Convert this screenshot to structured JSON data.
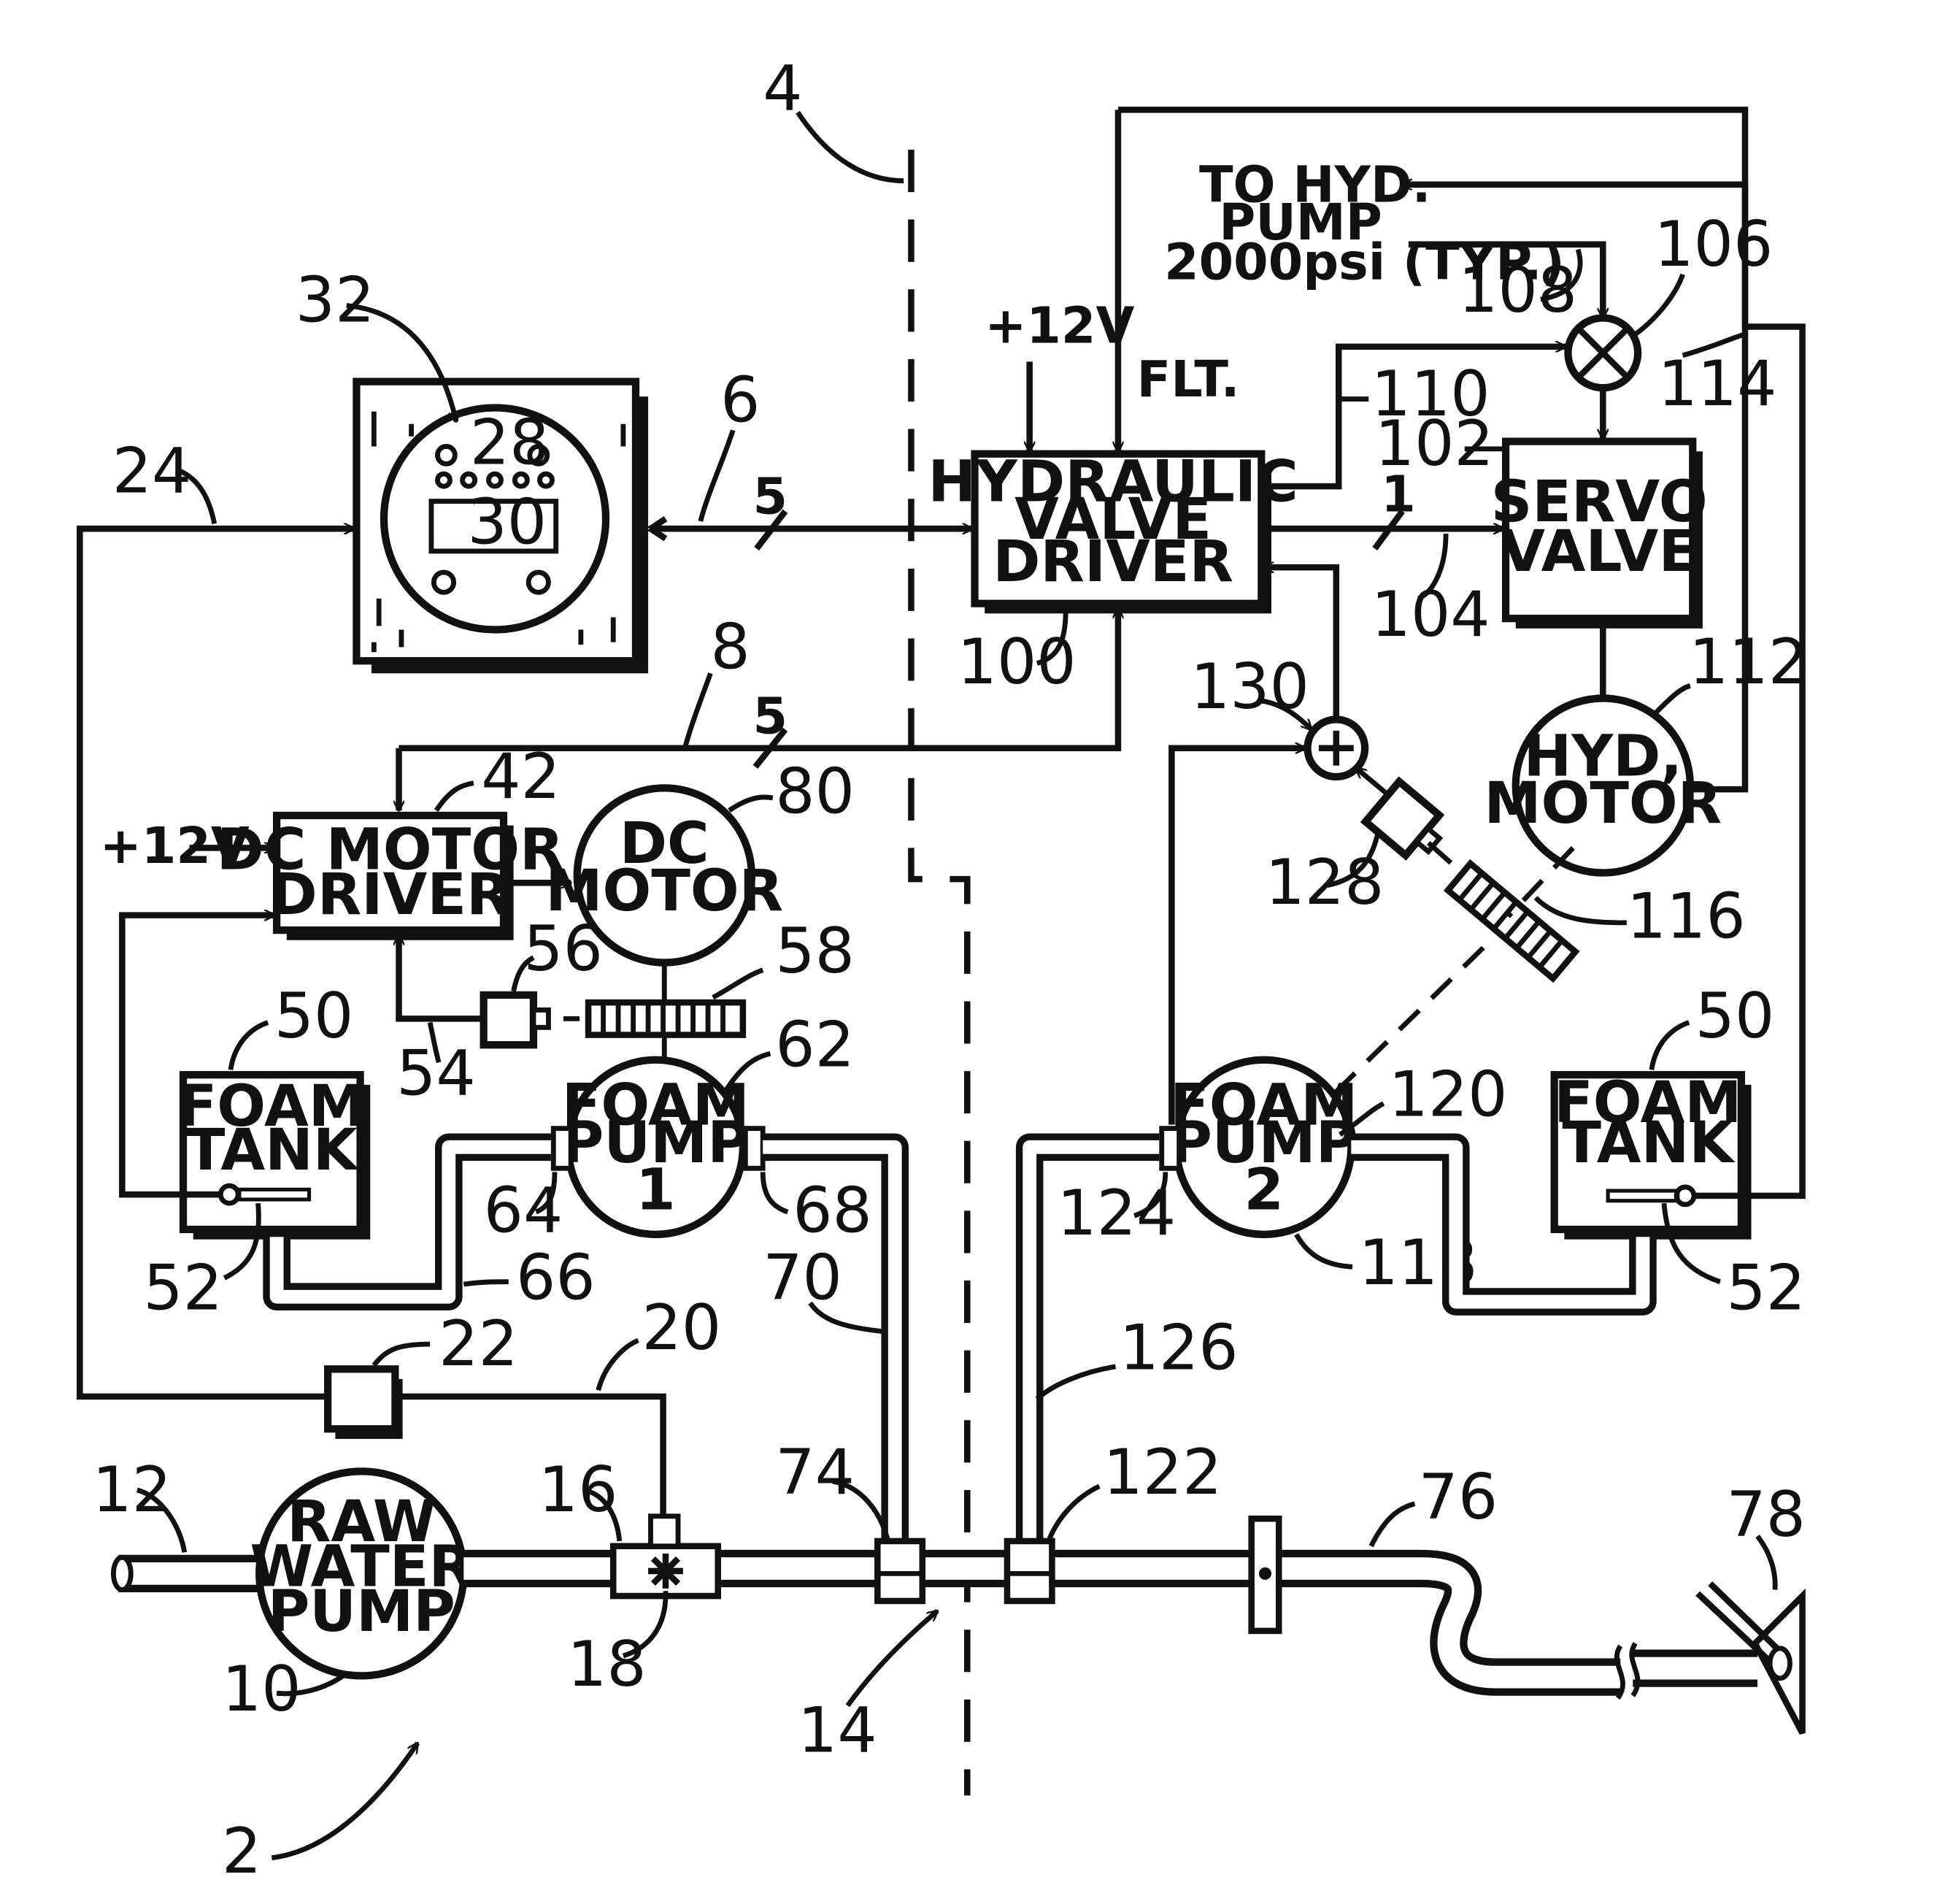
{
  "ref_numerals": {
    "system": "2",
    "boundary": "4",
    "link_upper": "6",
    "link_lower": "8",
    "raw_water_pump": "10",
    "inlet_pipe": "12",
    "junction": "14",
    "flow_meter": "16",
    "flow_sensor": "18",
    "sensor_line": "20",
    "sensor_block": "22",
    "sensor_signal_line": "24",
    "display_28": "28",
    "display_30": "30",
    "control_panel": "32",
    "dc_motor_driver": "42",
    "foam_tank_left": "50",
    "foam_tank_right": "50",
    "level_sensor_left": "52",
    "level_sensor_right": "52",
    "level_line": "54",
    "encoder_left": "56",
    "gear_left": "58",
    "foam_pump_1": "62",
    "pump1_inlet": "64",
    "pump1_tube": "66",
    "pump1_outlet": "68",
    "foam_line_left": "70",
    "injector_left": "74",
    "outlet_pipe": "76",
    "nozzle": "78",
    "dc_motor": "80",
    "hydraulic_valve_driver": "100",
    "servo_valve": "102",
    "servo_line": "104",
    "valve_106": "106",
    "line_108": "108",
    "line_110": "110",
    "hyd_motor": "112",
    "line_114": "114",
    "line_116": "116",
    "pump2_body": "118",
    "pump2_label": "120",
    "injector_right": "122",
    "pump2_inlet": "124",
    "foam_line_right": "126",
    "encoder_right": "128",
    "summer": "130"
  },
  "blocks": {
    "hydraulic_valve_driver": [
      "HYDRAULIC",
      "VALVE",
      "DRIVER"
    ],
    "servo_valve": [
      "SERVO",
      "VALVE"
    ],
    "dc_motor_driver": [
      "DC MOTOR",
      "DRIVER"
    ],
    "dc_motor": [
      "DC",
      "MOTOR"
    ],
    "hyd_motor": [
      "HYD,",
      "MOTOR"
    ],
    "foam_pump_1": [
      "FOAM",
      "PUMP",
      "1"
    ],
    "foam_pump_2": [
      "FOAM",
      "PUMP",
      "2"
    ],
    "foam_tank_left": [
      "FOAM",
      "TANK"
    ],
    "foam_tank_right": [
      "FOAM",
      "TANK"
    ],
    "raw_water_pump": [
      "RAW",
      "WATER",
      "PUMP"
    ]
  },
  "notes": {
    "hyd_pump": [
      "TO HYD.",
      "PUMP",
      "2000psi (TYP.)"
    ],
    "plus12v_top": "+12V",
    "plus12v_left": "+12V",
    "flt": "FLT.",
    "bus_width_upper": "5",
    "bus_width_lower": "5",
    "bus_width_servo": "1"
  }
}
